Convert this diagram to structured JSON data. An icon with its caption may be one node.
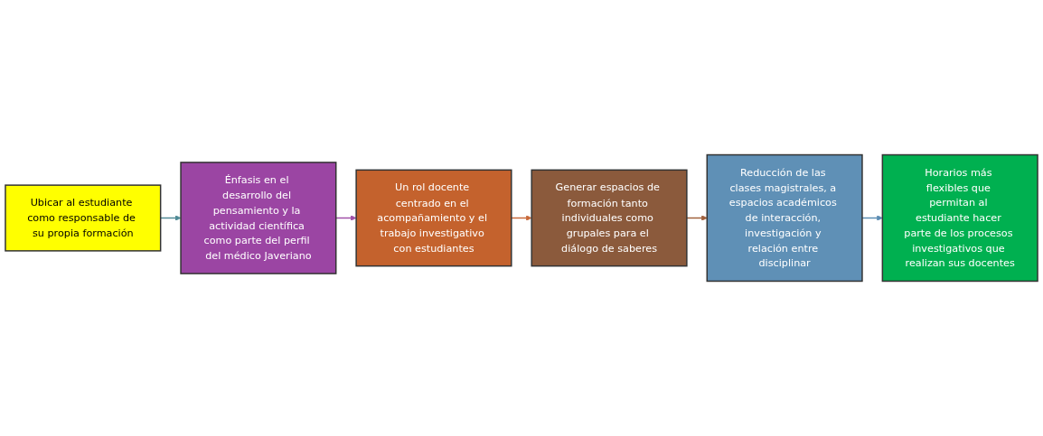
{
  "diagram": {
    "nodes": [
      {
        "text": [
          "Ubicar al estudiante como responsable de su propia formación"
        ]
      },
      {
        "text": [
          "Énfasis en el desarrollo del pensamiento y la actividad científica como parte del perfil del médico Javeriano"
        ]
      },
      {
        "text": [
          "Un rol docente centrado en el acompañamiento y el trabajo investigativo con estudiantes"
        ]
      },
      {
        "text": [
          "Generar espacios de formación tanto individuales como grupales para el diálogo de saberes"
        ]
      },
      {
        "text": [
          "Reducción de las clases magistrales, a espacios académicos de interacción, investigación y relación entre disciplinar"
        ]
      },
      {
        "text": [
          "Horarios más flexibles que permitan al estudiante hacer parte de los procesos investigativos que realizan sus docentes"
        ]
      }
    ],
    "edges": [
      {
        "from": 0,
        "to": 1,
        "arrow": "to",
        "color": "#4f8a96"
      },
      {
        "from": 1,
        "to": 2,
        "arrow": "to",
        "color": "#a050a8"
      },
      {
        "from": 2,
        "to": 3,
        "arrow": "to",
        "color": "#c8683a"
      },
      {
        "from": 3,
        "to": 4,
        "arrow": "to",
        "color": "#a0603c"
      },
      {
        "from": 4,
        "to": 5,
        "arrow": "to",
        "color": "#5b8db3"
      }
    ]
  }
}
